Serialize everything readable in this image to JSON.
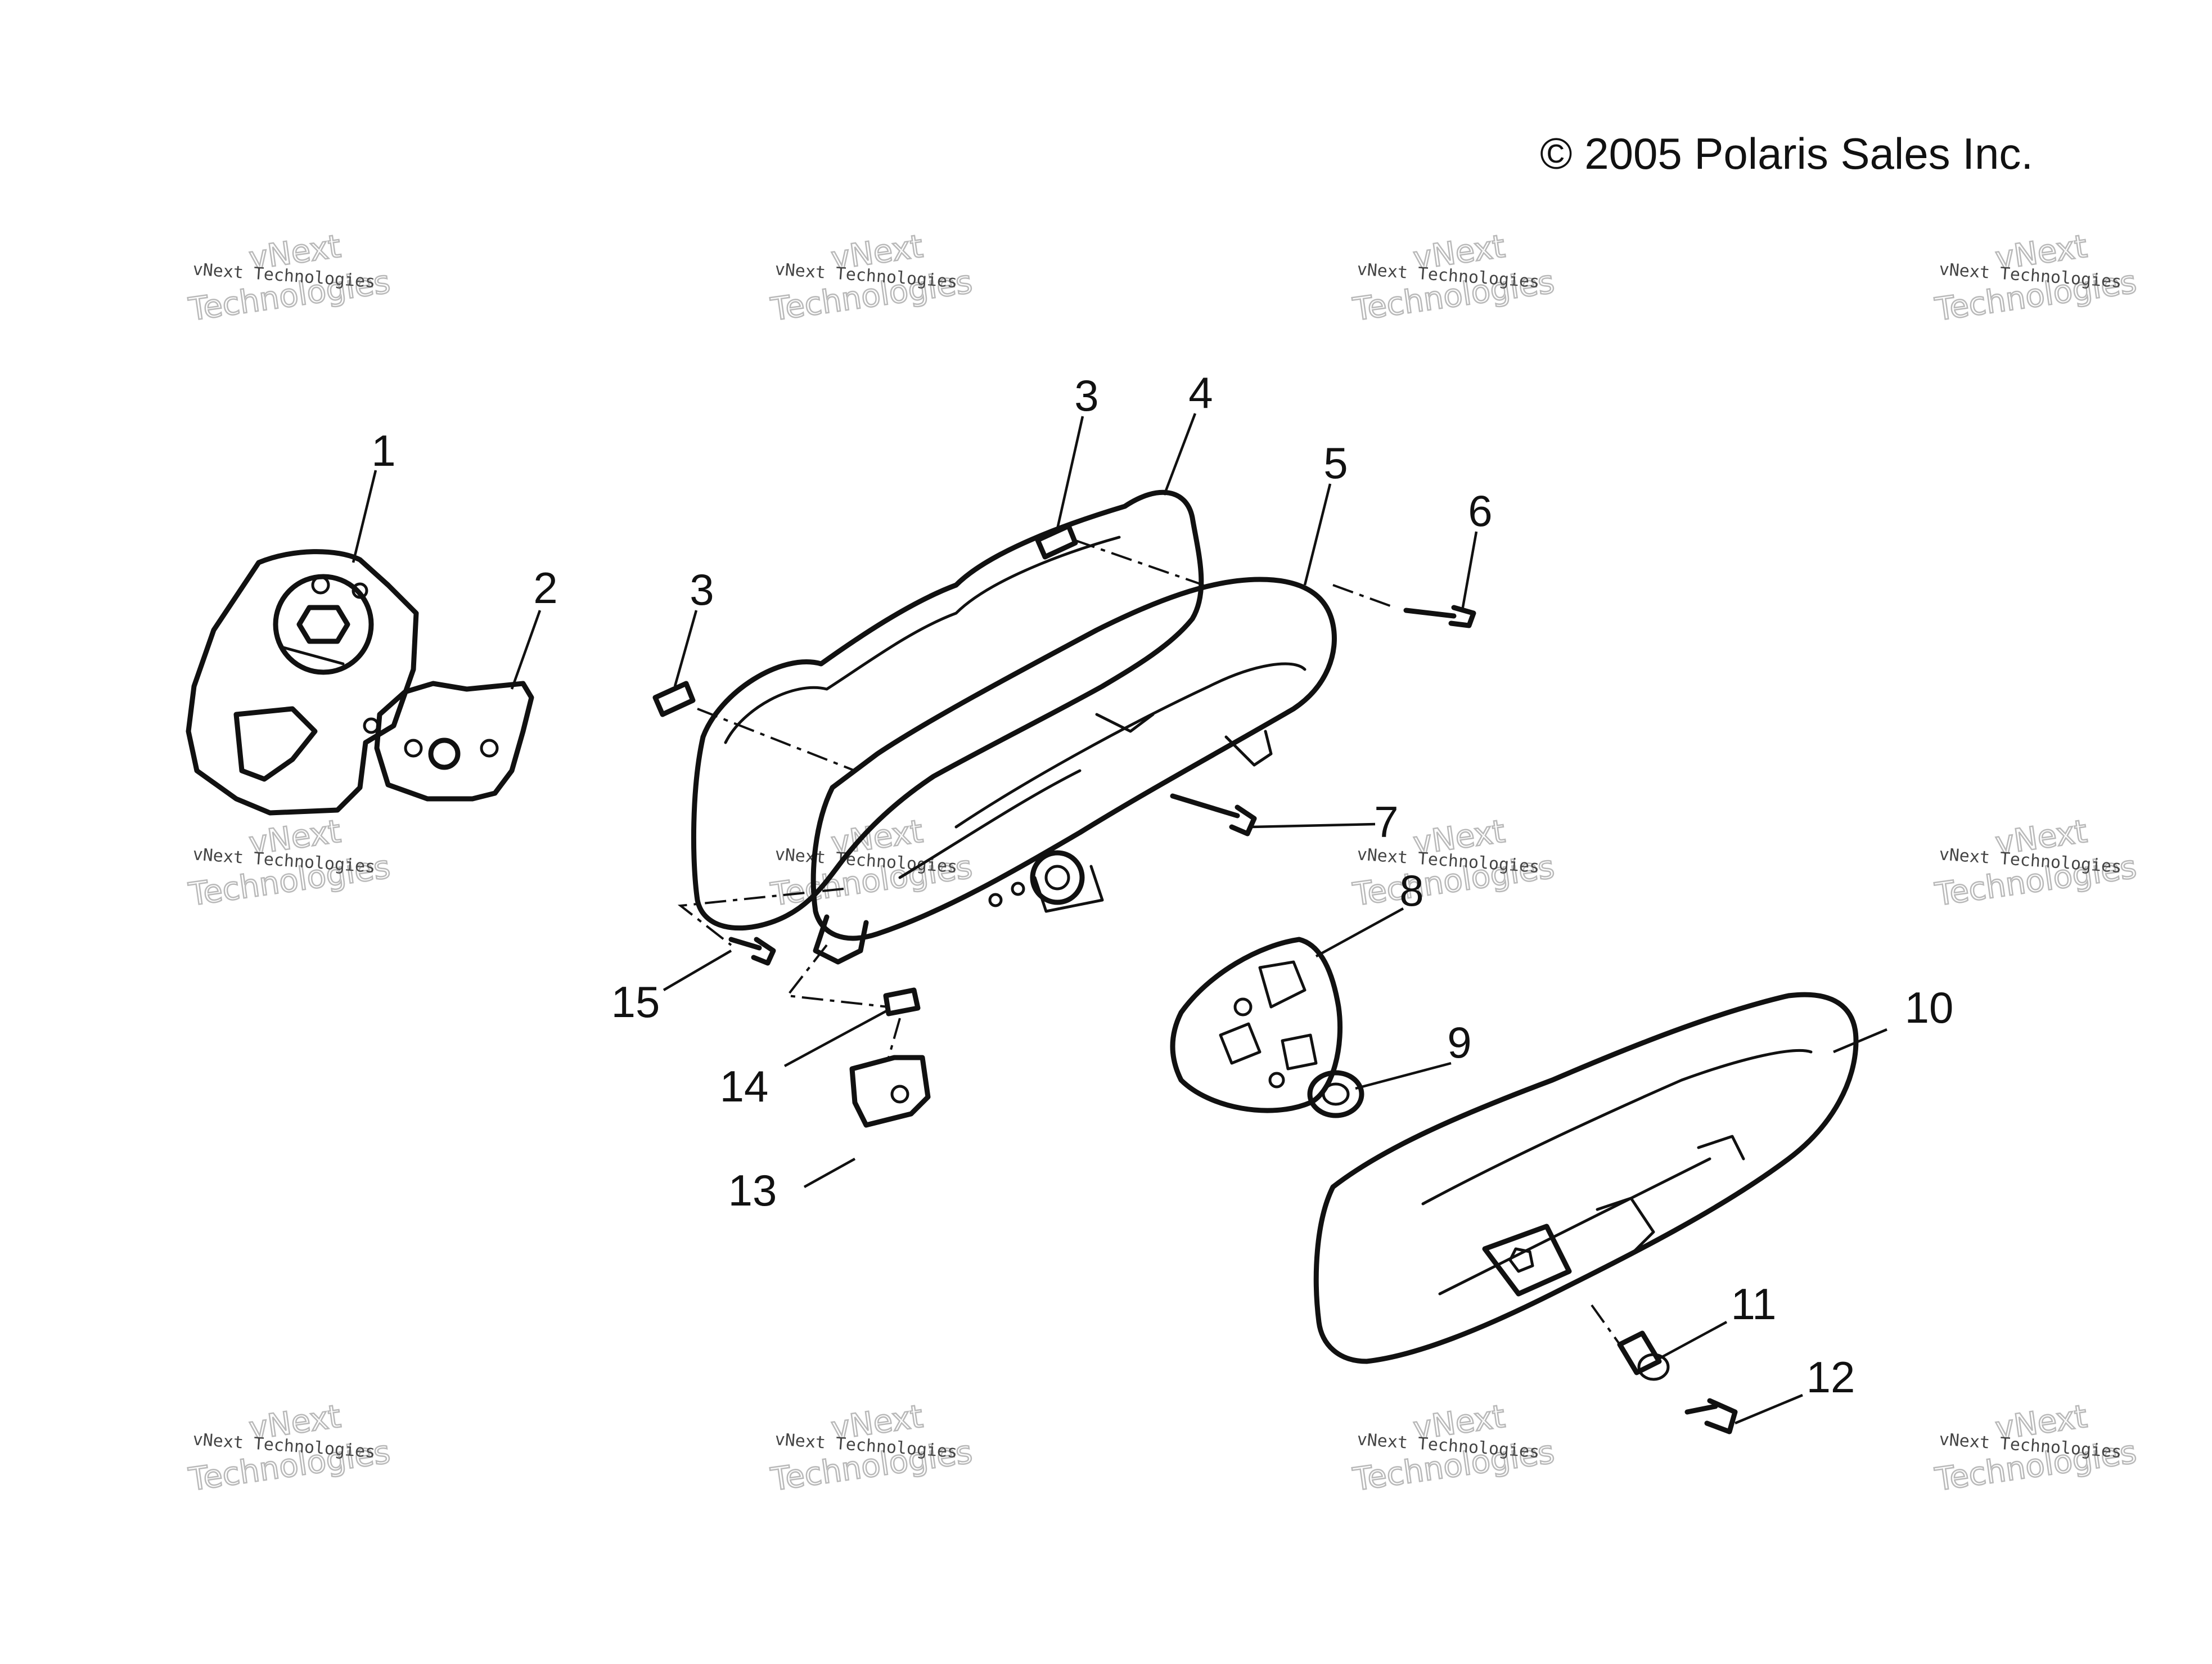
{
  "copyright": "© 2005 Polaris Sales Inc.",
  "watermark": {
    "small": "vNext Technologies",
    "big_top": "vNext",
    "big_bottom": "Technologies"
  },
  "callouts": {
    "c1": "1",
    "c2": "2",
    "c3a": "3",
    "c3b": "3",
    "c4": "4",
    "c5": "5",
    "c6": "6",
    "c7": "7",
    "c8": "8",
    "c9": "9",
    "c10": "10",
    "c11": "11",
    "c12": "12",
    "c13": "13",
    "c14": "14",
    "c15": "15"
  }
}
